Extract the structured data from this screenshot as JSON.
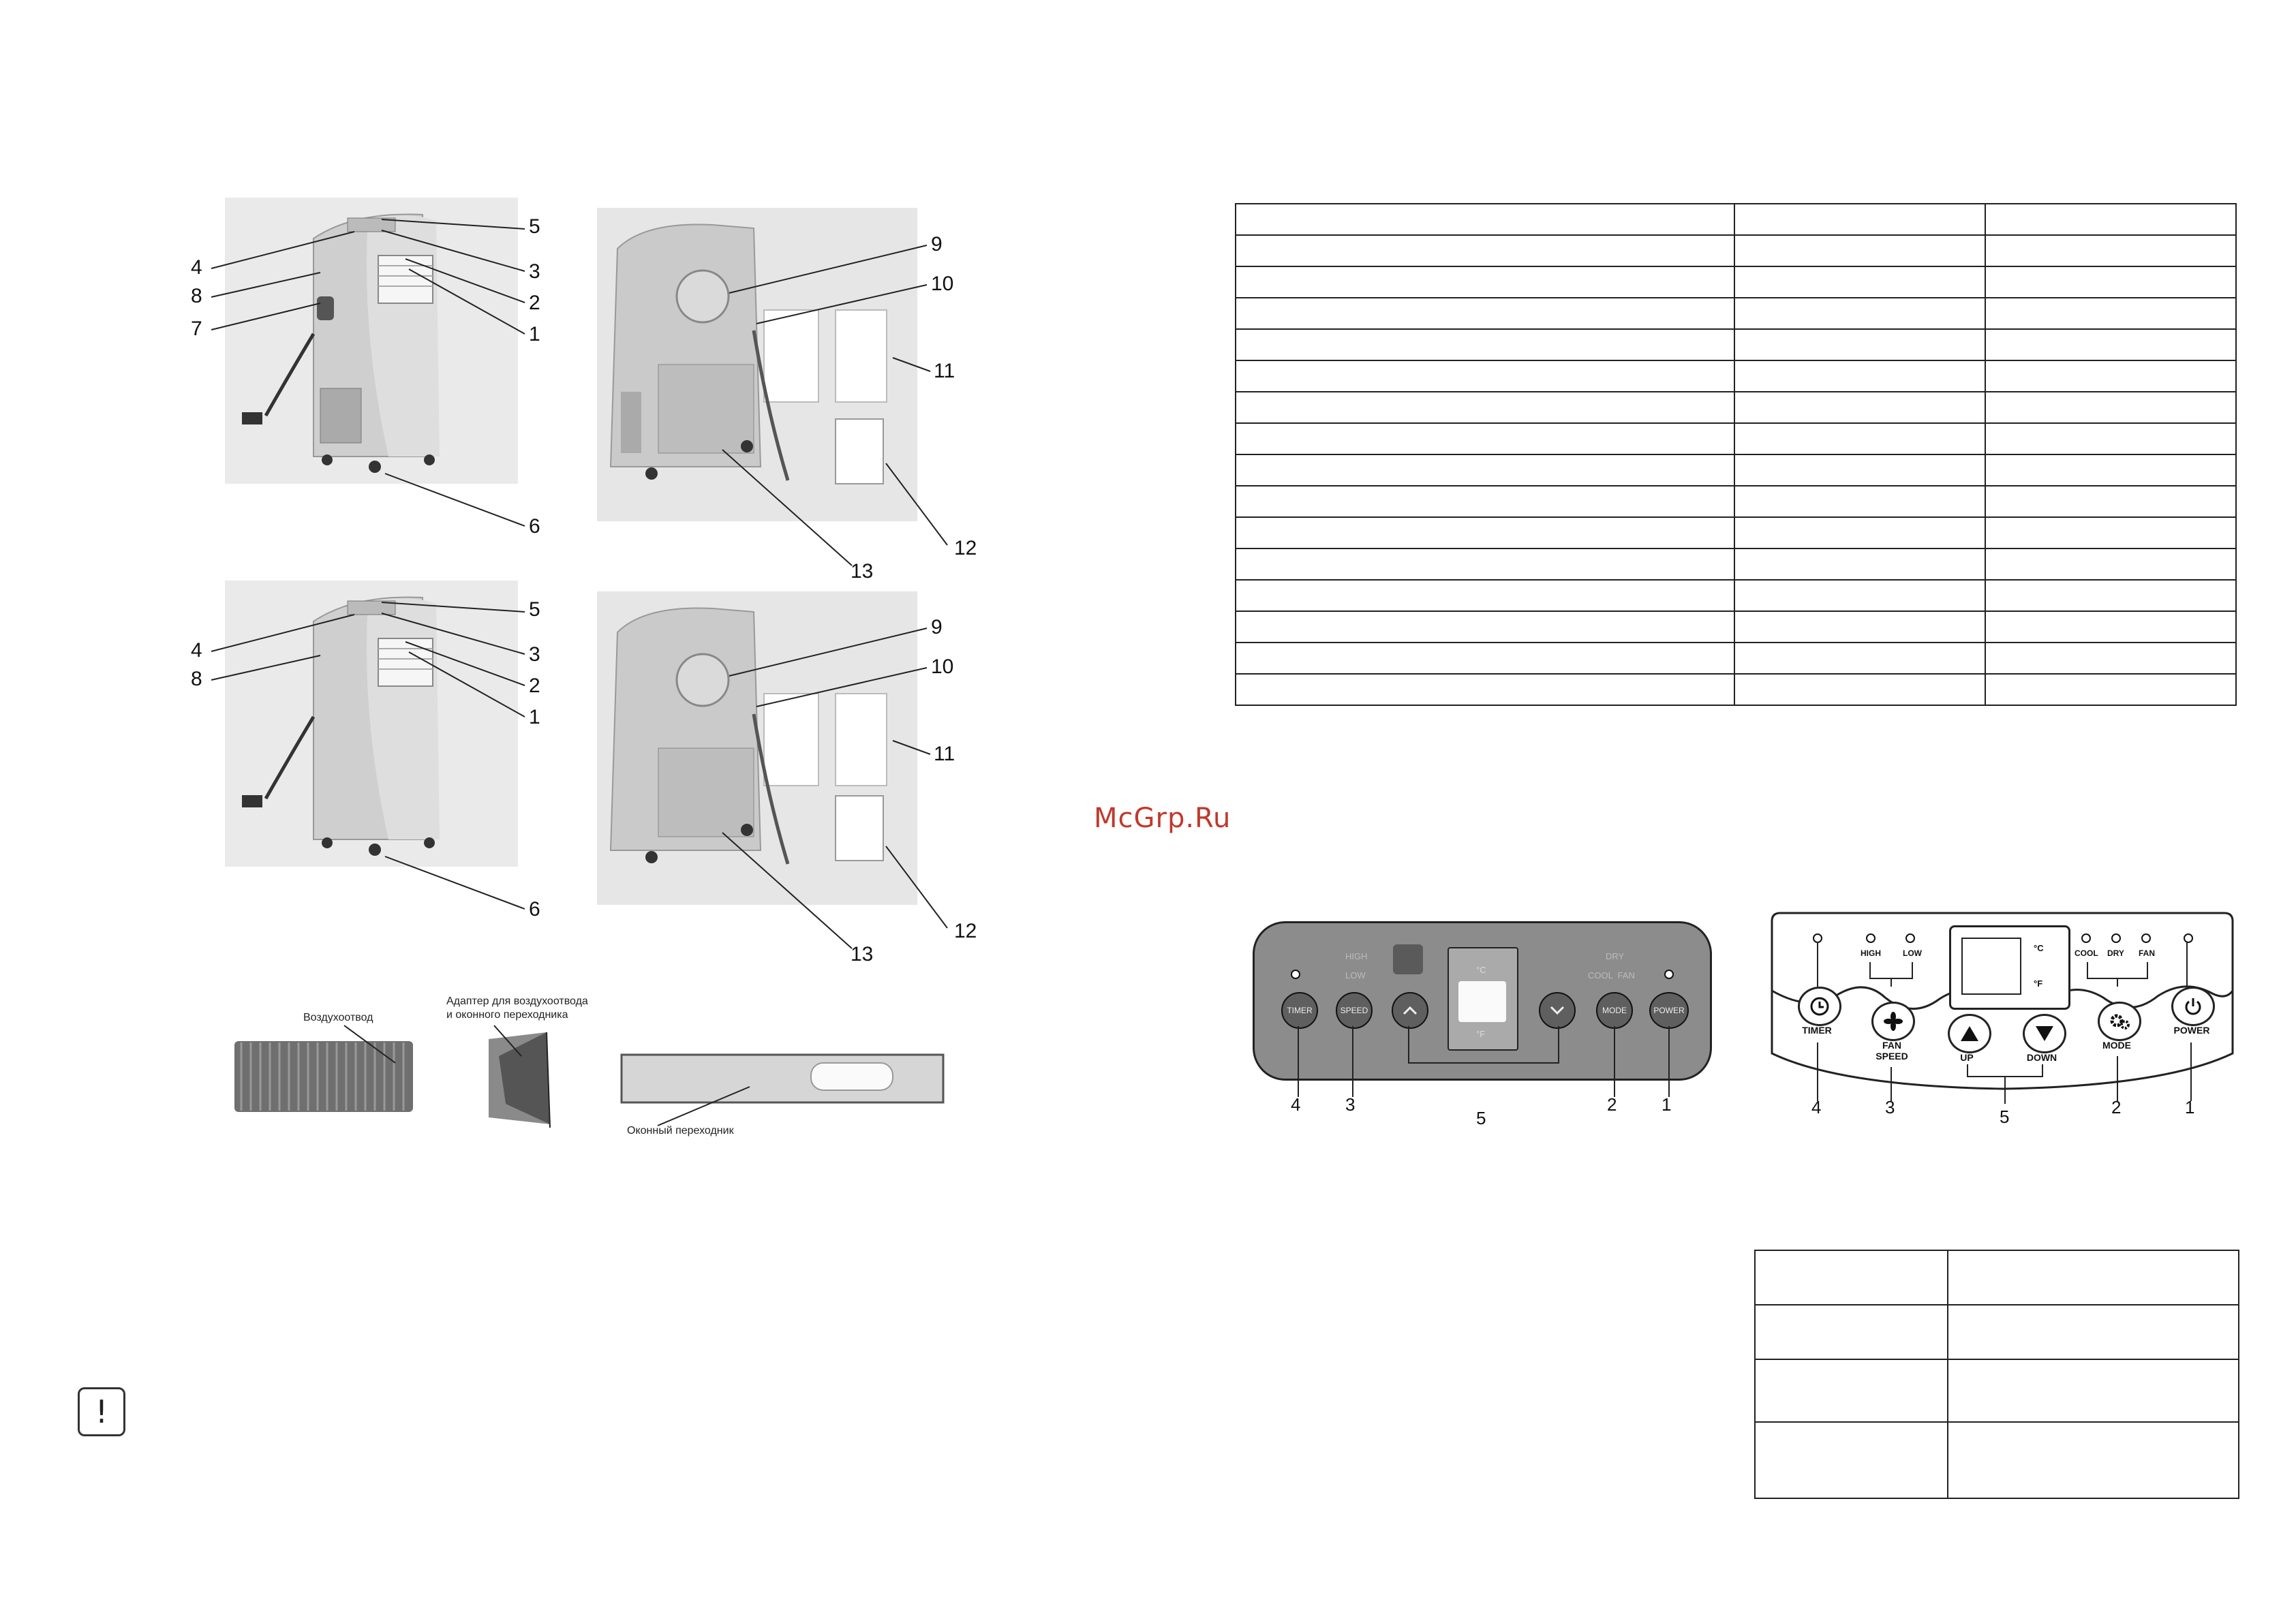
{
  "callouts_top_left": [
    "5",
    "4",
    "3",
    "8",
    "2",
    "7",
    "1",
    "6"
  ],
  "callouts_top_right": [
    "9",
    "10",
    "11",
    "12",
    "13"
  ],
  "callouts_mid_left": [
    "5",
    "4",
    "3",
    "8",
    "2",
    "1",
    "6"
  ],
  "callouts_mid_right": [
    "9",
    "10",
    "11",
    "12",
    "13"
  ],
  "accessories": {
    "hose": "Воздухоотвод",
    "adapter_line1": "Адаптер для воздухоотвода",
    "adapter_line2": "и оконного переходника",
    "window_kit": "Оконный переходник"
  },
  "watermark": "McGrp.Ru",
  "panel1": {
    "high": "HIGH",
    "low": "LOW",
    "dry": "DRY",
    "cool_fan": "COOL  FAN",
    "celsius": "°C",
    "fahrenheit": "°F",
    "timer": "TIMER",
    "speed": "SPEED",
    "mode": "MODE",
    "power": "POWER",
    "numbers": [
      "4",
      "3",
      "5",
      "2",
      "1"
    ]
  },
  "panel2": {
    "high": "HIGH",
    "low": "LOW",
    "cool": "COOL",
    "dry": "DRY",
    "fan": "FAN",
    "celsius": "°C",
    "fahrenheit": "°F",
    "timer": "TIMER",
    "fan_speed_1": "FAN",
    "fan_speed_2": "SPEED",
    "up": "UP",
    "down": "DOWN",
    "mode": "MODE",
    "power": "POWER",
    "numbers": [
      "4",
      "3",
      "5",
      "2",
      "1"
    ]
  },
  "icons": {
    "warning": "exclamation-icon",
    "timer": "clock-icon",
    "fan": "fan-icon",
    "mode": "gear-icon",
    "power": "power-icon",
    "up": "triangle-up-icon",
    "down": "triangle-down-icon"
  },
  "warning_symbol": "!"
}
